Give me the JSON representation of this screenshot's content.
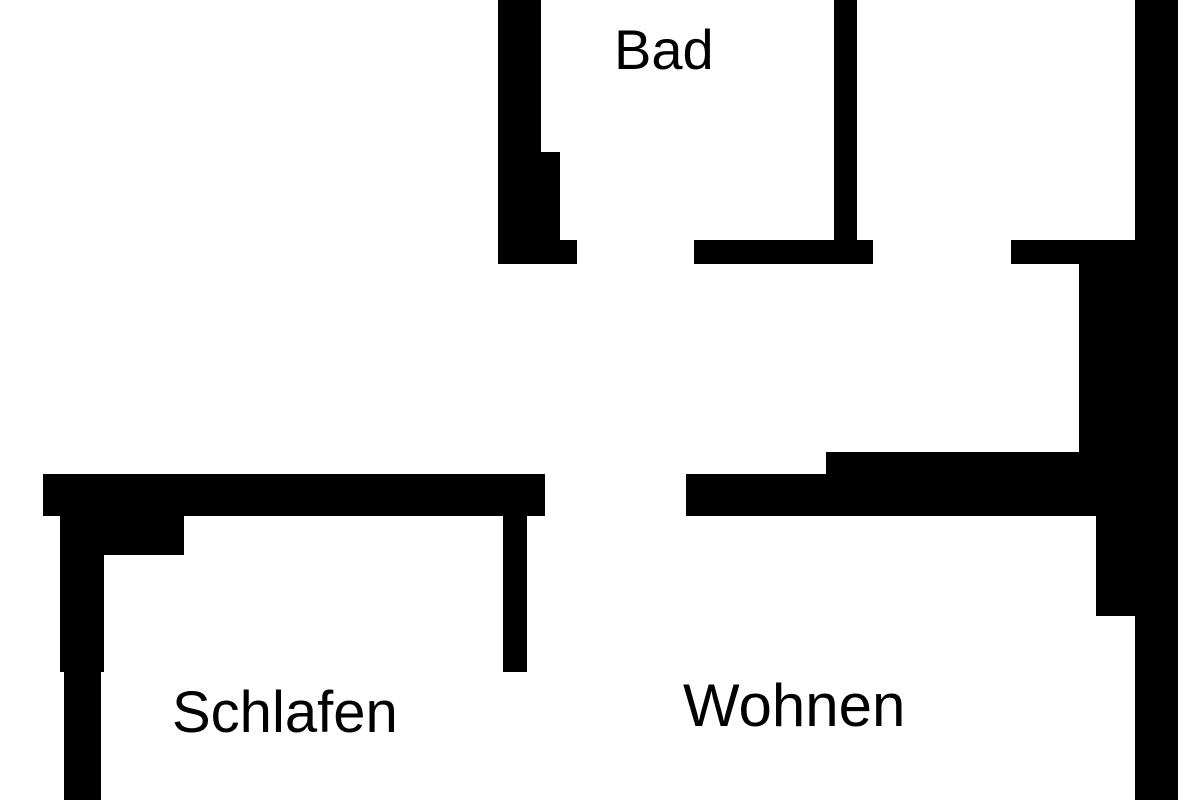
{
  "rooms": [
    {
      "name": "Bad"
    },
    {
      "name": "Schlafen"
    },
    {
      "name": "Wohnen"
    }
  ],
  "colors": {
    "wall": "#000000",
    "background": "#ffffff"
  }
}
